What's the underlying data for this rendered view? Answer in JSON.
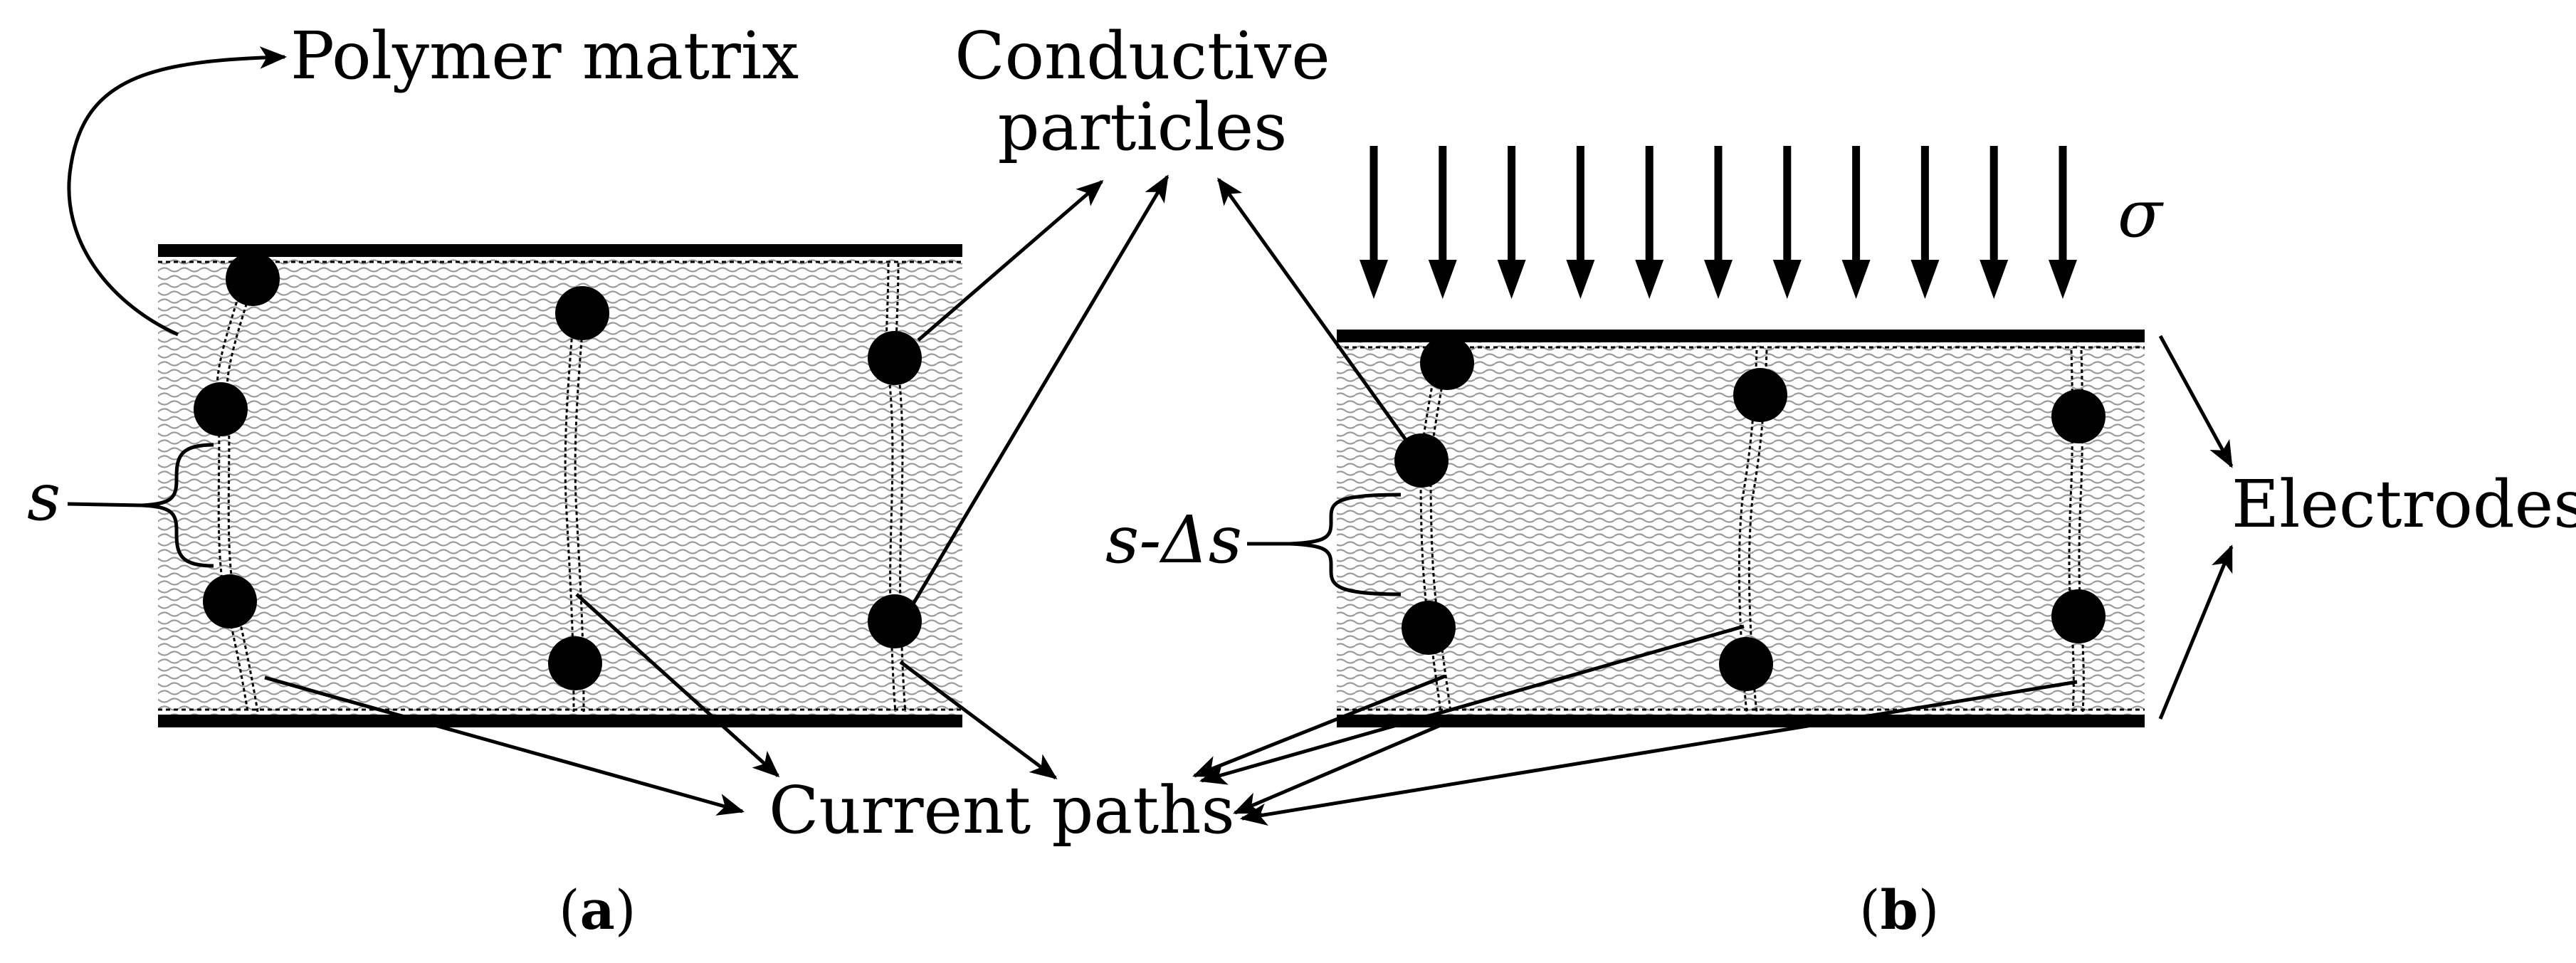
{
  "labels": {
    "polymer_matrix": "Polymer matrix",
    "conductive_line1": "Conductive",
    "conductive_line2": "particles",
    "sigma": "σ",
    "s": "s",
    "s_delta_s": "s-Δs",
    "electrodes": "Electrodes",
    "current_paths": "Current paths"
  },
  "captions": {
    "a_open": "(",
    "a_letter": "a",
    "a_close": ")",
    "b_open": "(",
    "b_letter": "b",
    "b_close": ")"
  },
  "colors": {
    "ink": "#000000",
    "matrix_texture": "#9a9a9a",
    "background": "#ffffff"
  },
  "panels": {
    "a": {
      "stress_arrow_count": 0
    },
    "b": {
      "stress_arrow_count": 11
    }
  }
}
